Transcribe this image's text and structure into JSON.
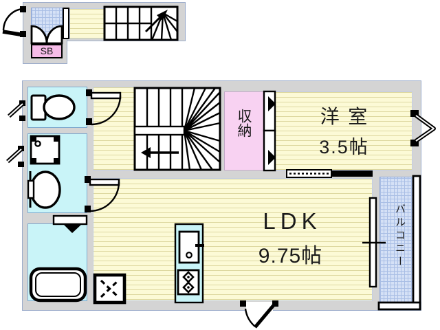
{
  "floor_plan": {
    "first_floor": {
      "shoe_box": "SB"
    },
    "second_floor": {
      "storage": "収納",
      "western_room": {
        "name": "洋室",
        "size": "3.5帖"
      },
      "ldk": {
        "name": "LDK",
        "size": "9.75帖"
      },
      "balcony": "バルコニー"
    },
    "colors": {
      "wall_gray": "#d4d4d4",
      "outline_blue_gray": "#9baccb",
      "room_yellow": "#fcfad6",
      "wet_area_cyan": "#c9f4f8",
      "closet_pink": "#f8d2f2",
      "shoebox_pink": "#f6bce8",
      "tile_blue": "#d5e1f6",
      "line_black": "#000000"
    }
  }
}
